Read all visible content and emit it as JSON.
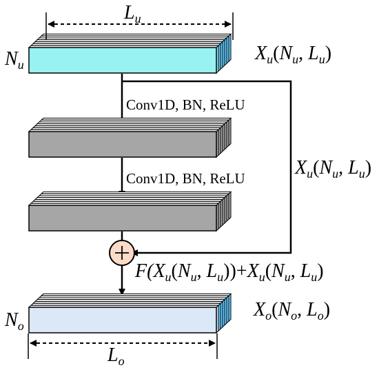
{
  "colors": {
    "input_face": "#99f2f2",
    "input_layers": "#66ccff",
    "conv_face": "#a6a6a6",
    "output_face": "#dbe8f8",
    "add_fill": "#fbdcc8",
    "stroke": "#000000"
  },
  "icons": {
    "add": "plus-circle-icon"
  },
  "labels": {
    "Lu_main": "L",
    "Lu_sub": "u",
    "Nu_main": "N",
    "Nu_sub": "u",
    "Xu_in_main": "X",
    "Xu_in_sub": "u",
    "Xu_in_args": [
      "(",
      "N",
      "u",
      ", ",
      "L",
      "u",
      ")"
    ],
    "conv1": "Conv1D, BN, ReLU",
    "conv2": "Conv1D, BN, ReLU",
    "skip_main": "X",
    "skip_sub": "u",
    "skip_args": [
      "(",
      "N",
      "u",
      ", ",
      "L",
      "u",
      ")"
    ],
    "sum_F": "F(",
    "sum_X1": "X",
    "sum_X1_sub": "u",
    "sum_open1": "(",
    "sum_N1": "N",
    "sum_N1_sub": "u",
    "sum_comma1": ", ",
    "sum_L1": "L",
    "sum_L1_sub": "u",
    "sum_close": "))+",
    "sum_X2": "X",
    "sum_X2_sub": "u",
    "sum_open2": "(",
    "sum_N2": "N",
    "sum_N2_sub": "u",
    "sum_comma2": ", ",
    "sum_L2": "L",
    "sum_L2_sub": "u",
    "sum_close2": ")",
    "No_main": "N",
    "No_sub": "o",
    "Xo_main": "X",
    "Xo_sub": "o",
    "Xo_open": "(",
    "Xo_N": "N",
    "Xo_N_sub": "o",
    "Xo_comma": ", ",
    "Xo_L": "L",
    "Xo_L_sub": "o",
    "Xo_close": ")",
    "Lo_main": "L",
    "Lo_sub": "o"
  }
}
